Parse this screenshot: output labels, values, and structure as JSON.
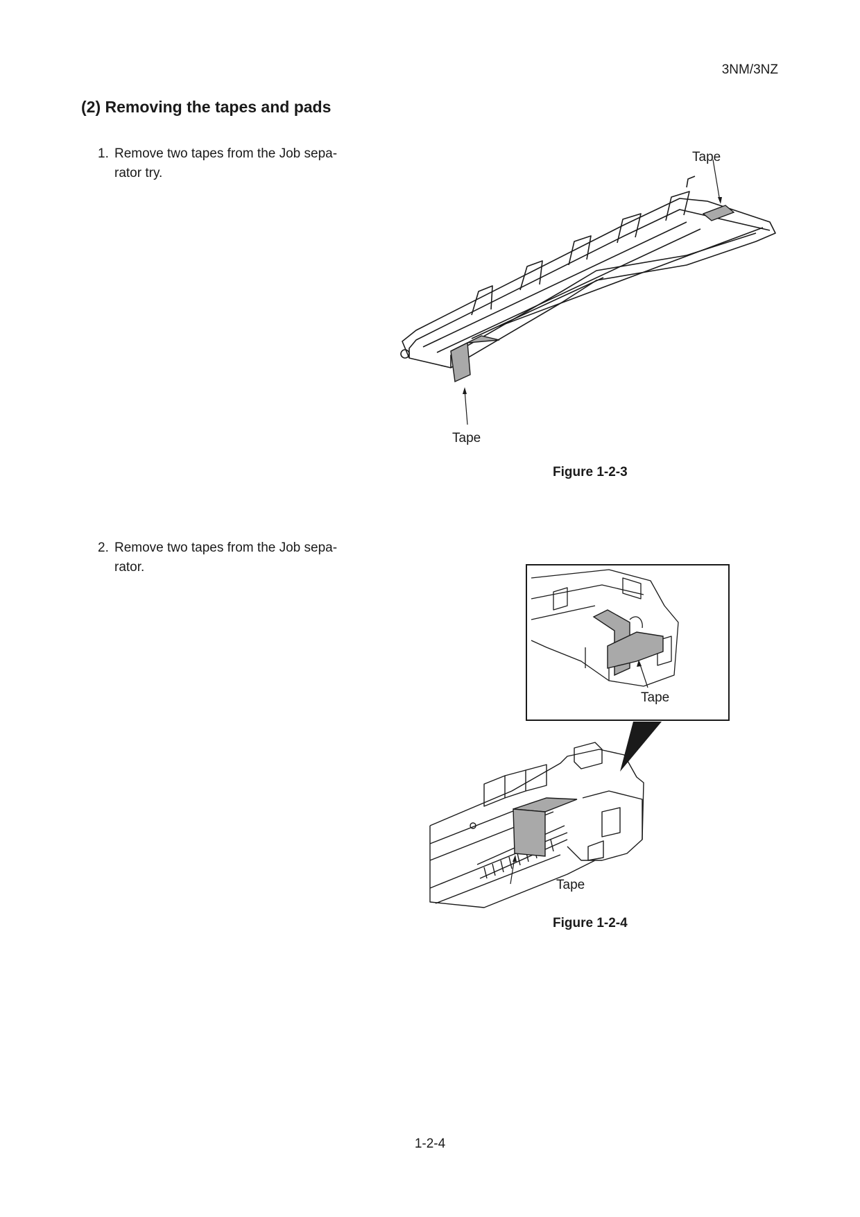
{
  "header": {
    "doc_code": "3NM/3NZ"
  },
  "section": {
    "title": "(2) Removing the tapes and pads"
  },
  "steps": [
    {
      "number": "1.",
      "text": "Remove two tapes from the Job sepa-rator try."
    },
    {
      "number": "2.",
      "text": "Remove two tapes from the Job sepa-rator."
    }
  ],
  "figures": [
    {
      "caption": "Figure 1-2-3",
      "callouts": [
        "Tape",
        "Tape"
      ]
    },
    {
      "caption": "Figure 1-2-4",
      "callouts": [
        "Tape",
        "Tape"
      ]
    }
  ],
  "footer": {
    "page_number": "1-2-4"
  },
  "colors": {
    "tape_fill": "#a9a9a9",
    "line": "#1a1a1a"
  }
}
